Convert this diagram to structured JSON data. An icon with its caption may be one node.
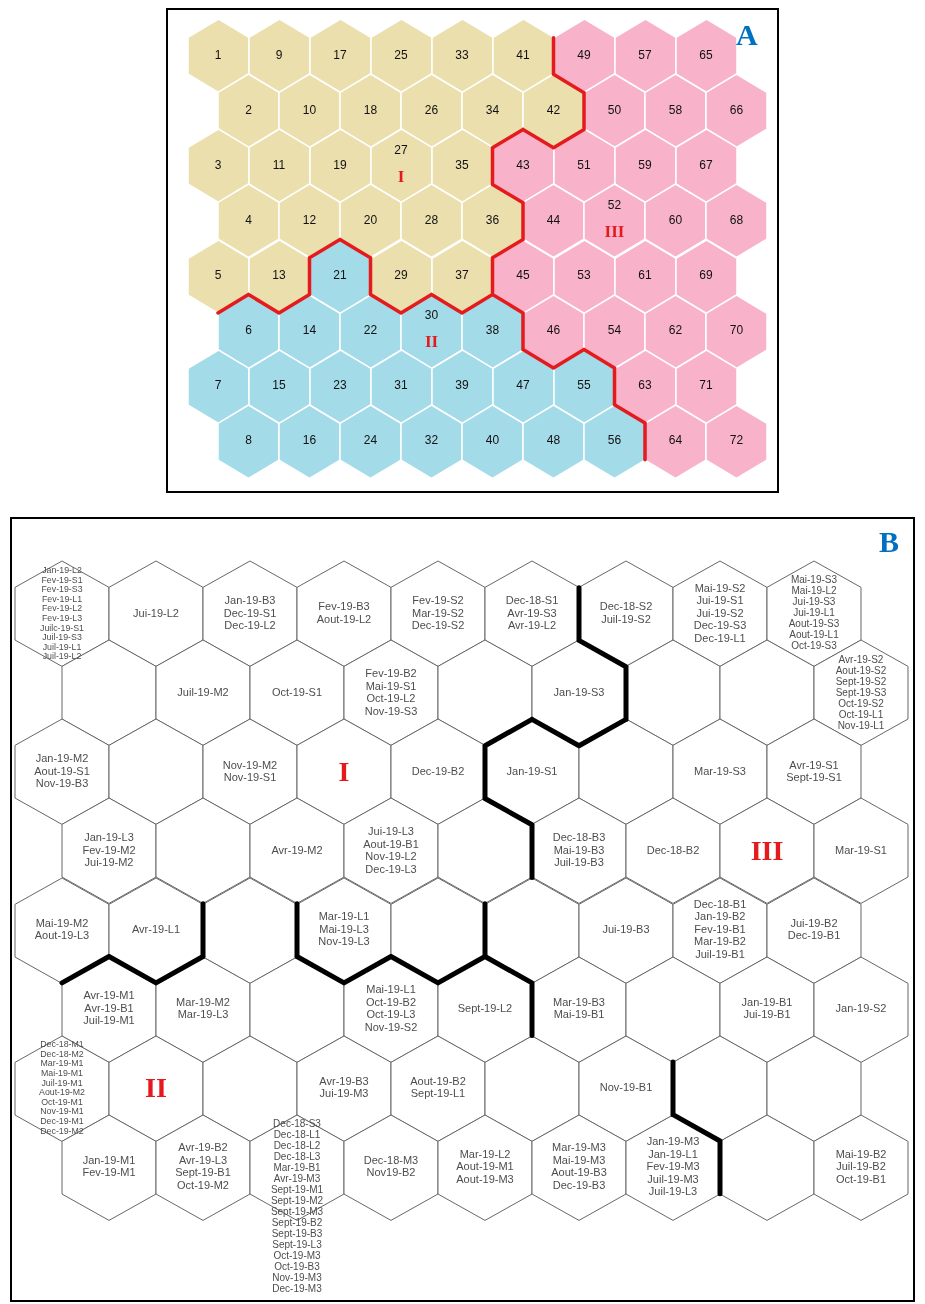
{
  "diagram": {
    "nodes": [
      {
        "text": [
          "A"
        ]
      },
      {
        "text": [
          "1"
        ],
        "in": 0
      },
      {
        "text": [
          "9"
        ],
        "in": 0
      },
      {
        "text": [
          "17"
        ],
        "in": 0
      },
      {
        "text": [
          "25"
        ],
        "in": 0
      },
      {
        "text": [
          "33"
        ],
        "in": 0
      },
      {
        "text": [
          "41"
        ],
        "in": 0
      },
      {
        "text": [
          "49"
        ],
        "in": 0
      },
      {
        "text": [
          "57"
        ],
        "in": 0
      },
      {
        "text": [
          "65"
        ],
        "in": 0
      },
      {
        "text": [
          "2"
        ],
        "in": 0
      },
      {
        "text": [
          "10"
        ],
        "in": 0
      },
      {
        "text": [
          "18"
        ],
        "in": 0
      },
      {
        "text": [
          "26"
        ],
        "in": 0
      },
      {
        "text": [
          "34"
        ],
        "in": 0
      },
      {
        "text": [
          "42"
        ],
        "in": 0
      },
      {
        "text": [
          "50"
        ],
        "in": 0
      },
      {
        "text": [
          "58"
        ],
        "in": 0
      },
      {
        "text": [
          "66"
        ],
        "in": 0
      },
      {
        "text": [
          "3"
        ],
        "in": 0
      },
      {
        "text": [
          "11"
        ],
        "in": 0
      },
      {
        "text": [
          "19"
        ],
        "in": 0
      },
      {
        "text": [
          "27",
          "I"
        ],
        "in": 0
      },
      {
        "text": [
          "35"
        ],
        "in": 0
      },
      {
        "text": [
          "43"
        ],
        "in": 0
      },
      {
        "text": [
          "51"
        ],
        "in": 0
      },
      {
        "text": [
          "59"
        ],
        "in": 0
      },
      {
        "text": [
          "67"
        ],
        "in": 0
      },
      {
        "text": [
          "4"
        ],
        "in": 0
      },
      {
        "text": [
          "12"
        ],
        "in": 0
      },
      {
        "text": [
          "20"
        ],
        "in": 0
      },
      {
        "text": [
          "28"
        ],
        "in": 0
      },
      {
        "text": [
          "36"
        ],
        "in": 0
      },
      {
        "text": [
          "44"
        ],
        "in": 0
      },
      {
        "text": [
          "52",
          "III"
        ],
        "in": 0
      },
      {
        "text": [
          "60"
        ],
        "in": 0
      },
      {
        "text": [
          "68"
        ],
        "in": 0
      },
      {
        "text": [
          "5"
        ],
        "in": 0
      },
      {
        "text": [
          "13"
        ],
        "in": 0
      },
      {
        "text": [
          "21"
        ],
        "in": 0
      },
      {
        "text": [
          "29"
        ],
        "in": 0
      },
      {
        "text": [
          "37"
        ],
        "in": 0
      },
      {
        "text": [
          "45"
        ],
        "in": 0
      },
      {
        "text": [
          "53"
        ],
        "in": 0
      },
      {
        "text": [
          "61"
        ],
        "in": 0
      },
      {
        "text": [
          "69"
        ],
        "in": 0
      },
      {
        "text": [
          "6"
        ],
        "in": 0
      },
      {
        "text": [
          "14"
        ],
        "in": 0
      },
      {
        "text": [
          "22"
        ],
        "in": 0
      },
      {
        "text": [
          "30",
          "II"
        ],
        "in": 0
      },
      {
        "text": [
          "38"
        ],
        "in": 0
      },
      {
        "text": [
          "46"
        ],
        "in": 0
      },
      {
        "text": [
          "54"
        ],
        "in": 0
      },
      {
        "text": [
          "62"
        ],
        "in": 0
      },
      {
        "text": [
          "70"
        ],
        "in": 0
      },
      {
        "text": [
          "7"
        ],
        "in": 0
      },
      {
        "text": [
          "15"
        ],
        "in": 0
      },
      {
        "text": [
          "23"
        ],
        "in": 0
      },
      {
        "text": [
          "31"
        ],
        "in": 0
      },
      {
        "text": [
          "39"
        ],
        "in": 0
      },
      {
        "text": [
          "47"
        ],
        "in": 0
      },
      {
        "text": [
          "55"
        ],
        "in": 0
      },
      {
        "text": [
          "63"
        ],
        "in": 0
      },
      {
        "text": [
          "71"
        ],
        "in": 0
      },
      {
        "text": [
          "8"
        ],
        "in": 0
      },
      {
        "text": [
          "16"
        ],
        "in": 0
      },
      {
        "text": [
          "24"
        ],
        "in": 0
      },
      {
        "text": [
          "32"
        ],
        "in": 0
      },
      {
        "text": [
          "40"
        ],
        "in": 0
      },
      {
        "text": [
          "48"
        ],
        "in": 0
      },
      {
        "text": [
          "56"
        ],
        "in": 0
      },
      {
        "text": [
          "64"
        ],
        "in": 0
      },
      {
        "text": [
          "72"
        ],
        "in": 0
      },
      {
        "text": [
          "B"
        ]
      },
      {
        "text": [
          "Jan-19-L2",
          "Fev-19-S1",
          "Fev-19-S3",
          "Fev-19-L1",
          "Fev-19-L2",
          "Fev-19-L3",
          "Juilc-19-S1",
          "Juil-19-S3",
          "Juil-19-L1",
          "Juil-19-L2"
        ],
        "in": 73
      },
      {
        "text": [
          "Jui-19-L2"
        ],
        "in": 73
      },
      {
        "text": [
          "Jan-19-B3",
          "Dec-19-S1",
          "Dec-19-L2"
        ],
        "in": 73
      },
      {
        "text": [
          "Fev-19-B3",
          "Aout-19-L2"
        ],
        "in": 73
      },
      {
        "text": [
          "Fev-19-S2",
          "Mar-19-S2",
          "Dec-19-S2"
        ],
        "in": 73
      },
      {
        "text": [
          "Dec-18-S1",
          "Avr-19-S3",
          "Avr-19-L2"
        ],
        "in": 73
      },
      {
        "text": [
          "Dec-18-S2",
          "Juil-19-S2"
        ],
        "in": 73
      },
      {
        "text": [
          "Mai-19-S2",
          "Jui-19-S1",
          "Jui-19-S2",
          "Dec-19-S3",
          "Dec-19-L1"
        ],
        "in": 73
      },
      {
        "text": [
          "Mai-19-S3",
          "Mai-19-L2",
          "Jui-19-S3",
          "Jui-19-L1",
          "Aout-19-S3",
          "Aout-19-L1",
          "Oct-19-S3"
        ],
        "in": 73
      },
      {
        "text": [],
        "shape": "hexagon",
        "in": 73
      },
      {
        "text": [
          "Juil-19-M2"
        ],
        "in": 73
      },
      {
        "text": [
          "Oct-19-S1"
        ],
        "in": 73
      },
      {
        "text": [
          "Fev-19-B2",
          "Mai-19-S1",
          "Oct-19-L2",
          "Nov-19-S3"
        ],
        "in": 73
      },
      {
        "text": [],
        "shape": "hexagon",
        "in": 73
      },
      {
        "text": [
          "Jan-19-S3"
        ],
        "in": 73
      },
      {
        "text": [],
        "shape": "hexagon",
        "in": 73
      },
      {
        "text": [],
        "shape": "hexagon",
        "in": 73
      },
      {
        "text": [
          "Avr-19-S2",
          "Aout-19-S2",
          "Sept-19-S2",
          "Sept-19-S3",
          "Oct-19-S2",
          "Oct-19-L1",
          "Nov-19-L1"
        ],
        "in": 73
      },
      {
        "text": [
          "Jan-19-M2",
          "Aout-19-S1",
          "Nov-19-B3"
        ],
        "in": 73
      },
      {
        "text": [],
        "shape": "hexagon",
        "in": 73
      },
      {
        "text": [
          "Nov-19-M2",
          "Nov-19-S1"
        ],
        "in": 73
      },
      {
        "text": [
          "I"
        ],
        "in": 73
      },
      {
        "text": [
          "Dec-19-B2"
        ],
        "in": 73
      },
      {
        "text": [
          "Jan-19-S1"
        ],
        "in": 73
      },
      {
        "text": [],
        "shape": "hexagon",
        "in": 73
      },
      {
        "text": [
          "Mar-19-S3"
        ],
        "in": 73
      },
      {
        "text": [
          "Avr-19-S1",
          "Sept-19-S1"
        ],
        "in": 73
      },
      {
        "text": [
          "Jan-19-L3",
          "Fev-19-M2",
          "Jui-19-M2"
        ],
        "in": 73
      },
      {
        "text": [],
        "shape": "hexagon",
        "in": 73
      },
      {
        "text": [
          "Avr-19-M2"
        ],
        "in": 73
      },
      {
        "text": [
          "Jui-19-L3",
          "Aout-19-B1",
          "Nov-19-L2",
          "Dec-19-L3"
        ],
        "in": 73
      },
      {
        "text": [],
        "shape": "hexagon",
        "in": 73
      },
      {
        "text": [
          "Dec-18-B3",
          "Mai-19-B3",
          "Juil-19-B3"
        ],
        "in": 73
      },
      {
        "text": [
          "Dec-18-B2"
        ],
        "in": 73
      },
      {
        "text": [
          "III"
        ],
        "in": 73
      },
      {
        "text": [
          "Mar-19-S1"
        ],
        "in": 73
      },
      {
        "text": [
          "Mai-19-M2",
          "Aout-19-L3"
        ],
        "in": 73
      },
      {
        "text": [
          "Avr-19-L1"
        ],
        "in": 73
      },
      {
        "text": [],
        "shape": "hexagon",
        "in": 73
      },
      {
        "text": [
          "Mar-19-L1",
          "Mai-19-L3",
          "Nov-19-L3"
        ],
        "in": 73
      },
      {
        "text": [],
        "shape": "hexagon",
        "in": 73
      },
      {
        "text": [],
        "shape": "hexagon",
        "in": 73
      },
      {
        "text": [
          "Jui-19-B3"
        ],
        "in": 73
      },
      {
        "text": [
          "Dec-18-B1",
          "Jan-19-B2",
          "Fev-19-B1",
          "Mar-19-B2",
          "Juil-19-B1"
        ],
        "in": 73
      },
      {
        "text": [
          "Jui-19-B2",
          "Dec-19-B1"
        ],
        "in": 73
      },
      {
        "text": [
          "Avr-19-M1",
          "Avr-19-B1",
          "Juil-19-M1"
        ],
        "in": 73
      },
      {
        "text": [
          "Mar-19-M2",
          "Mar-19-L3"
        ],
        "in": 73
      },
      {
        "text": [],
        "shape": "hexagon",
        "in": 73
      },
      {
        "text": [
          "Mai-19-L1",
          "Oct-19-B2",
          "Oct-19-L3",
          "Nov-19-S2"
        ],
        "in": 73
      },
      {
        "text": [
          "Sept-19-L2"
        ],
        "in": 73
      },
      {
        "text": [
          "Mar-19-B3",
          "Mai-19-B1"
        ],
        "in": 73
      },
      {
        "text": [],
        "shape": "hexagon",
        "in": 73
      },
      {
        "text": [
          "Jan-19-B1",
          "Jui-19-B1"
        ],
        "in": 73
      },
      {
        "text": [
          "Jan-19-S2"
        ],
        "in": 73
      },
      {
        "text": [
          "Dec-18-M1",
          "Dec-18-M2",
          "Mar-19-M1",
          "Mai-19-M1",
          "Juil-19-M1",
          "Aout-19-M2",
          "Oct-19-M1",
          "Nov-19-M1",
          "Dec-19-M1",
          "Dec-19-M2"
        ],
        "in": 73
      },
      {
        "text": [
          "II"
        ],
        "in": 73
      },
      {
        "text": [],
        "shape": "hexagon",
        "in": 73
      },
      {
        "text": [
          "Avr-19-B3",
          "Jui-19-M3"
        ],
        "in": 73
      },
      {
        "text": [
          "Aout-19-B2",
          "Sept-19-L1"
        ],
        "in": 73
      },
      {
        "text": [],
        "shape": "hexagon",
        "in": 73
      },
      {
        "text": [
          "Nov-19-B1"
        ],
        "in": 73
      },
      {
        "text": [],
        "shape": "hexagon",
        "in": 73
      },
      {
        "text": [],
        "shape": "hexagon",
        "in": 73
      },
      {
        "text": [
          "Jan-19-M1",
          "Fev-19-M1"
        ],
        "in": 73
      },
      {
        "text": [
          "Avr-19-B2",
          "Avr-19-L3",
          "Sept-19-B1",
          "Oct-19-M2"
        ],
        "in": 73
      },
      {
        "text": [
          "Dec-18-S3",
          "Dec-18-L1",
          "Dec-18-L2",
          "Dec-18-L3",
          "Mar-19-B1",
          "Avr-19-M3",
          "Sept-19-M1",
          "Sept-19-M2",
          "Sept-19-M3",
          "Sept-19-B2",
          "Sept-19-B3",
          "Sept-19-L3",
          "Oct-19-M3",
          "Oct-19-B3",
          "Nov-19-M3",
          "Dec-19-M3"
        ],
        "in": 73
      },
      {
        "text": [
          "Dec-18-M3",
          "Nov19-B2"
        ],
        "in": 73
      },
      {
        "text": [
          "Mar-19-L2",
          "Aout-19-M1",
          "Aout-19-M3"
        ],
        "in": 73
      },
      {
        "text": [
          "Mar-19-M3",
          "Mai-19-M3",
          "Aout-19-B3",
          "Dec-19-B3"
        ],
        "in": 73
      },
      {
        "text": [
          "Jan-19-M3",
          "Jan-19-L1",
          "Fev-19-M3",
          "Juil-19-M3",
          "Juil-19-L3"
        ],
        "in": 73
      },
      {
        "text": [],
        "shape": "hexagon",
        "in": 73
      },
      {
        "text": [
          "Mai-19-B2",
          "Juil-19-B2",
          "Oct-19-B1"
        ],
        "in": 73
      }
    ]
  }
}
